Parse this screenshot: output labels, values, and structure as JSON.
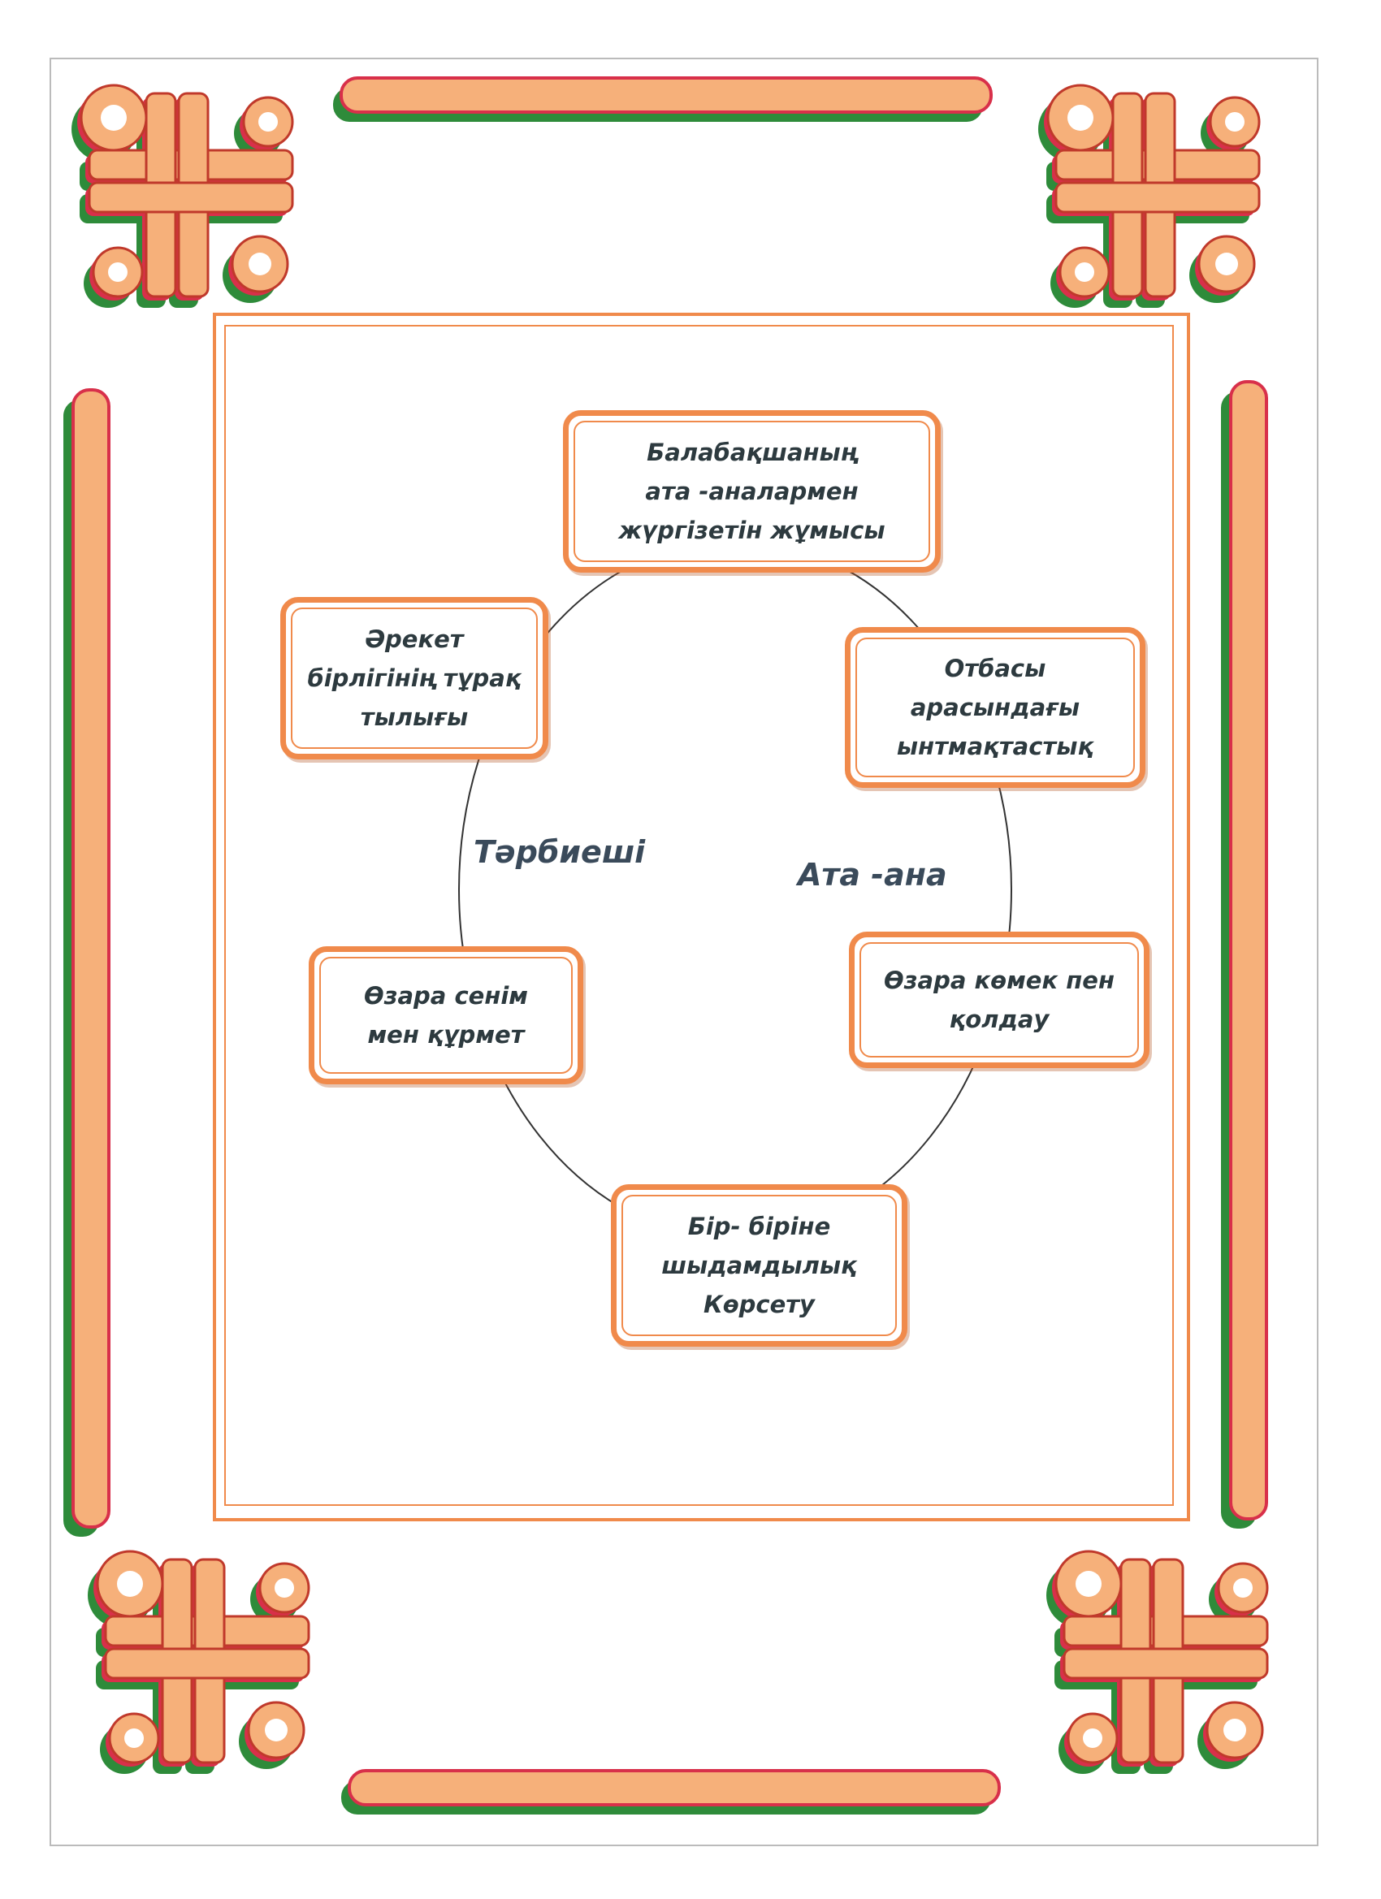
{
  "diagram": {
    "nodes": [
      {
        "id": "top",
        "text": "Балабақшаның\nата -аналармен\nжүргізетін жұмысы"
      },
      {
        "id": "right-upper",
        "text": "Отбасы\nарасындағы\nынтмақтастық"
      },
      {
        "id": "right-lower",
        "text": "Өзара көмек пен\nқолдау"
      },
      {
        "id": "bottom",
        "text": "Бір- біріне\nшыдамдылық\nКөрсету"
      },
      {
        "id": "left-lower",
        "text": "Өзара  сенім\nмен  құрмет"
      },
      {
        "id": "left-upper",
        "text": "Әрекет\nбірлігінің тұрақ\nтылығы"
      }
    ],
    "center_left_label": "Тәрбиеші",
    "center_right_label": "Ата -ана"
  },
  "colors": {
    "ornament_fill": "#f6b07a",
    "ornament_red": "#d8304a",
    "ornament_green": "#2e8b3a",
    "box_border": "#f08a4b",
    "text": "#2d3a3f"
  }
}
